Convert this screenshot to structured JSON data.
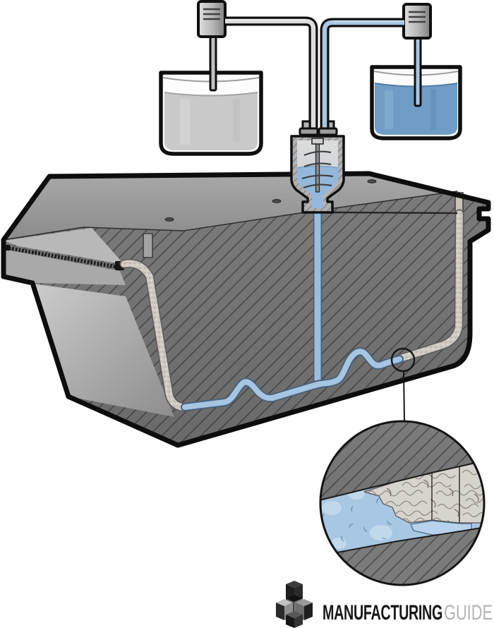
{
  "logo": {
    "brand_primary": "MANUFACTURING",
    "brand_secondary": "GUIDE"
  },
  "colors": {
    "liquid_blue": "#6f9dc6",
    "pipe_blue": "#a9c7e4",
    "liquid_gray": "#c9c9c9",
    "foam": "#cfcbc3",
    "mold_cut_face": "#7b7b7b",
    "mold_hatch_line": "#4d4d4d",
    "mold_top_face": "#9d9d9d",
    "outline": "#0f0f0f",
    "logo_dark": "#181818",
    "logo_light": "#b4b4b4"
  },
  "parts": {
    "tank_left": "gray-component-tank",
    "tank_right": "blue-component-tank",
    "pump_left": "metering-pump",
    "pump_right": "metering-pump",
    "mixing_head": "mixing-head",
    "mold": "cutaway-foam-mold",
    "sprue": "sprue-channel",
    "foam_front": "expanding-foam",
    "detail_view": "foam-expansion-closeup"
  }
}
